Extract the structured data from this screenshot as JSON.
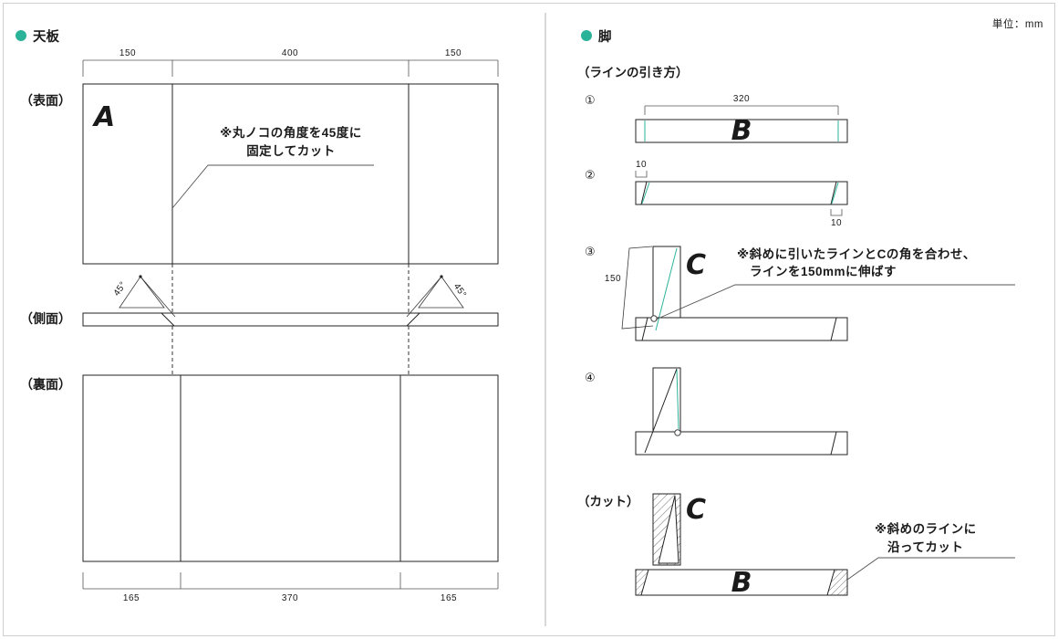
{
  "document": {
    "unit_note": "単位：mm",
    "accent_color": "#2bb39a",
    "line_color": "#222222"
  },
  "left_panel": {
    "section_title": "天板",
    "bullet_icon": "filled-circle-icon",
    "views": [
      {
        "label": "（表面）",
        "piece_letter": "A"
      },
      {
        "label": "（側面）"
      },
      {
        "label": "（裏面）"
      }
    ],
    "top_dimensions": [
      "150",
      "400",
      "150"
    ],
    "bottom_dimensions": [
      "165",
      "370",
      "165"
    ],
    "angle_labels": [
      "45°",
      "45°"
    ],
    "annotation": {
      "line1": "※丸ノコの角度を45度に",
      "line2": "固定してカット"
    }
  },
  "right_panel": {
    "section_title": "脚",
    "bullet_icon": "filled-circle-icon",
    "subheading_lines": "（ラインの引き方）",
    "cut_heading": "（カット）",
    "steps": [
      {
        "number": "①",
        "dimension": "320",
        "piece_letter": "B"
      },
      {
        "number": "②",
        "dimension_top": "10",
        "dimension_bottom": "10"
      },
      {
        "number": "③",
        "dimension": "150",
        "piece_letter": "C",
        "annotation_line1": "※斜めに引いたラインとCの角を合わせ、",
        "annotation_line2": "ラインを150mmに伸ばす"
      },
      {
        "number": "④"
      }
    ],
    "cut_section": {
      "piece_letter_c": "C",
      "piece_letter_b": "B",
      "annotation_line1": "※斜めのラインに",
      "annotation_line2": "沿ってカット"
    }
  }
}
